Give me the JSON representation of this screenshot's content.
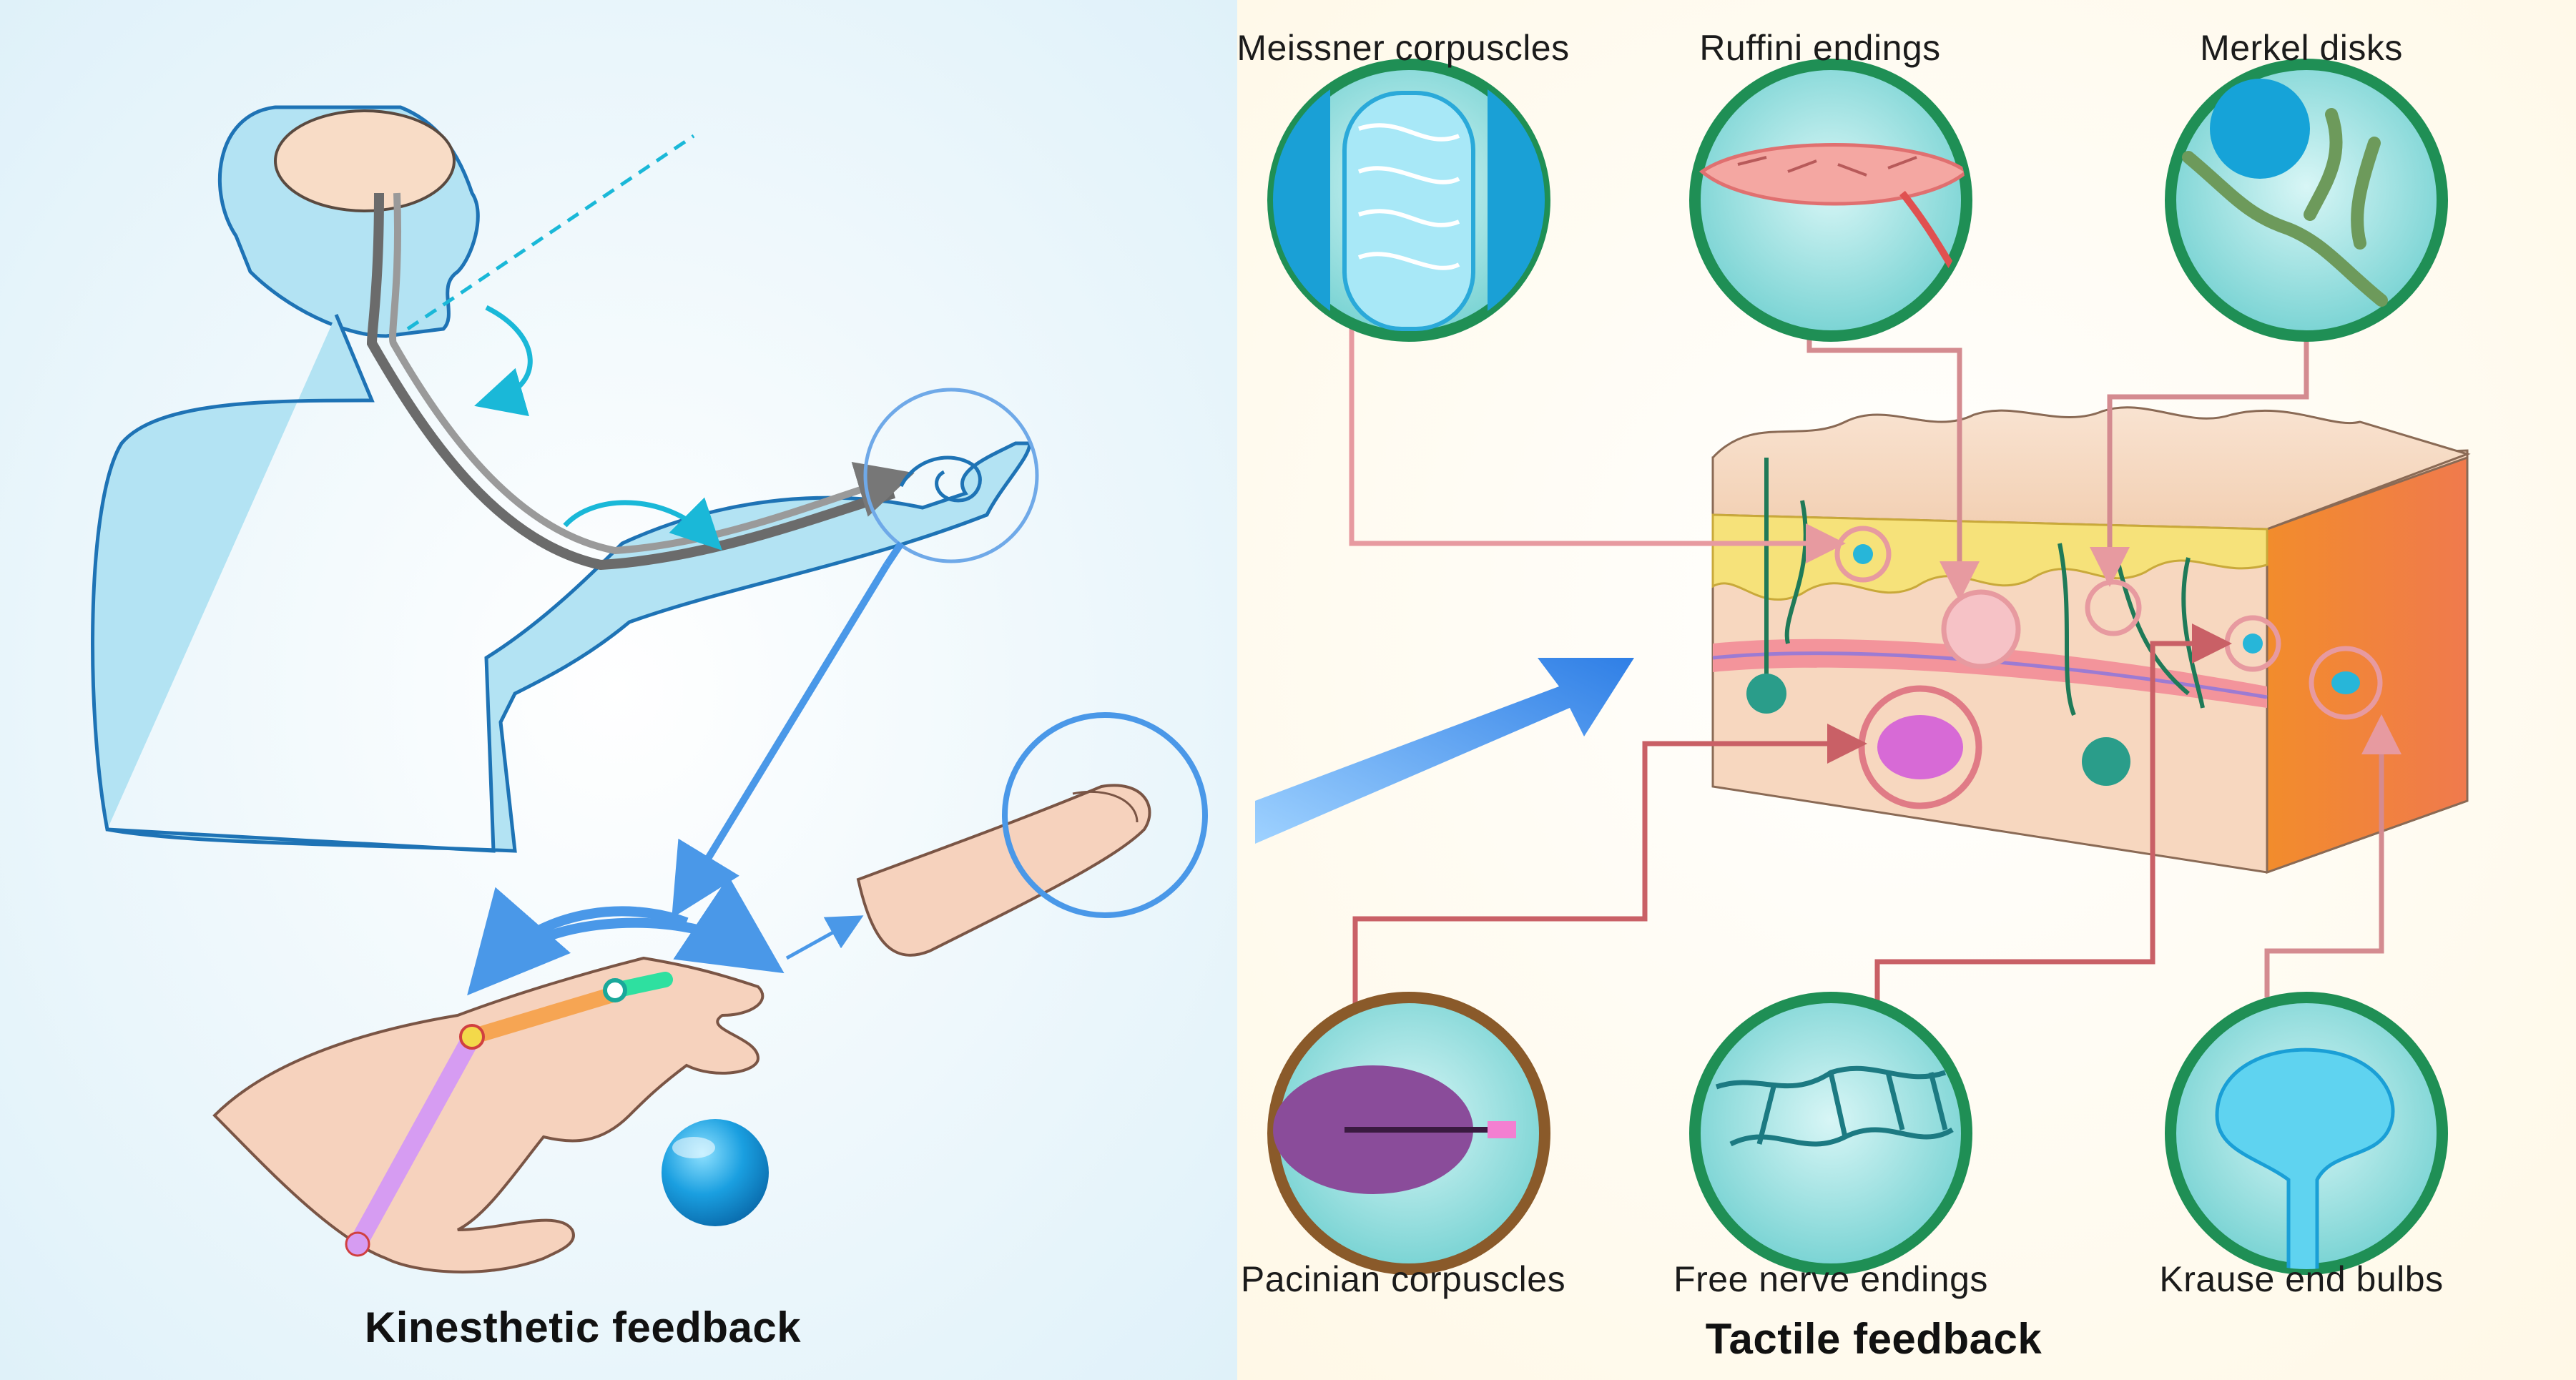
{
  "panels": {
    "kinesthetic": {
      "title": "Kinesthetic feedback"
    },
    "tactile": {
      "title": "Tactile feedback"
    }
  },
  "receptors": {
    "top": [
      "Meissner corpuscles",
      "Ruffini endings",
      "Merkel disks"
    ],
    "bottom": [
      "Pacinian corpuscles",
      "Free nerve endings",
      "Krause end bulbs"
    ]
  },
  "colors": {
    "left_bg": "#e9f6fb",
    "right_bg": "#fffdf3",
    "body_fill": "#b3e3f3",
    "body_stroke": "#1e73b5",
    "accent_cyan": "#1ab8d8",
    "arrow_blue": "#4a98e8",
    "connector_pink": "#e79aa0",
    "connector_red": "#c96066",
    "skin_top": "#f5d9c2",
    "skin_side": "#ee8a3a",
    "ring_green": "#1f8f55"
  }
}
